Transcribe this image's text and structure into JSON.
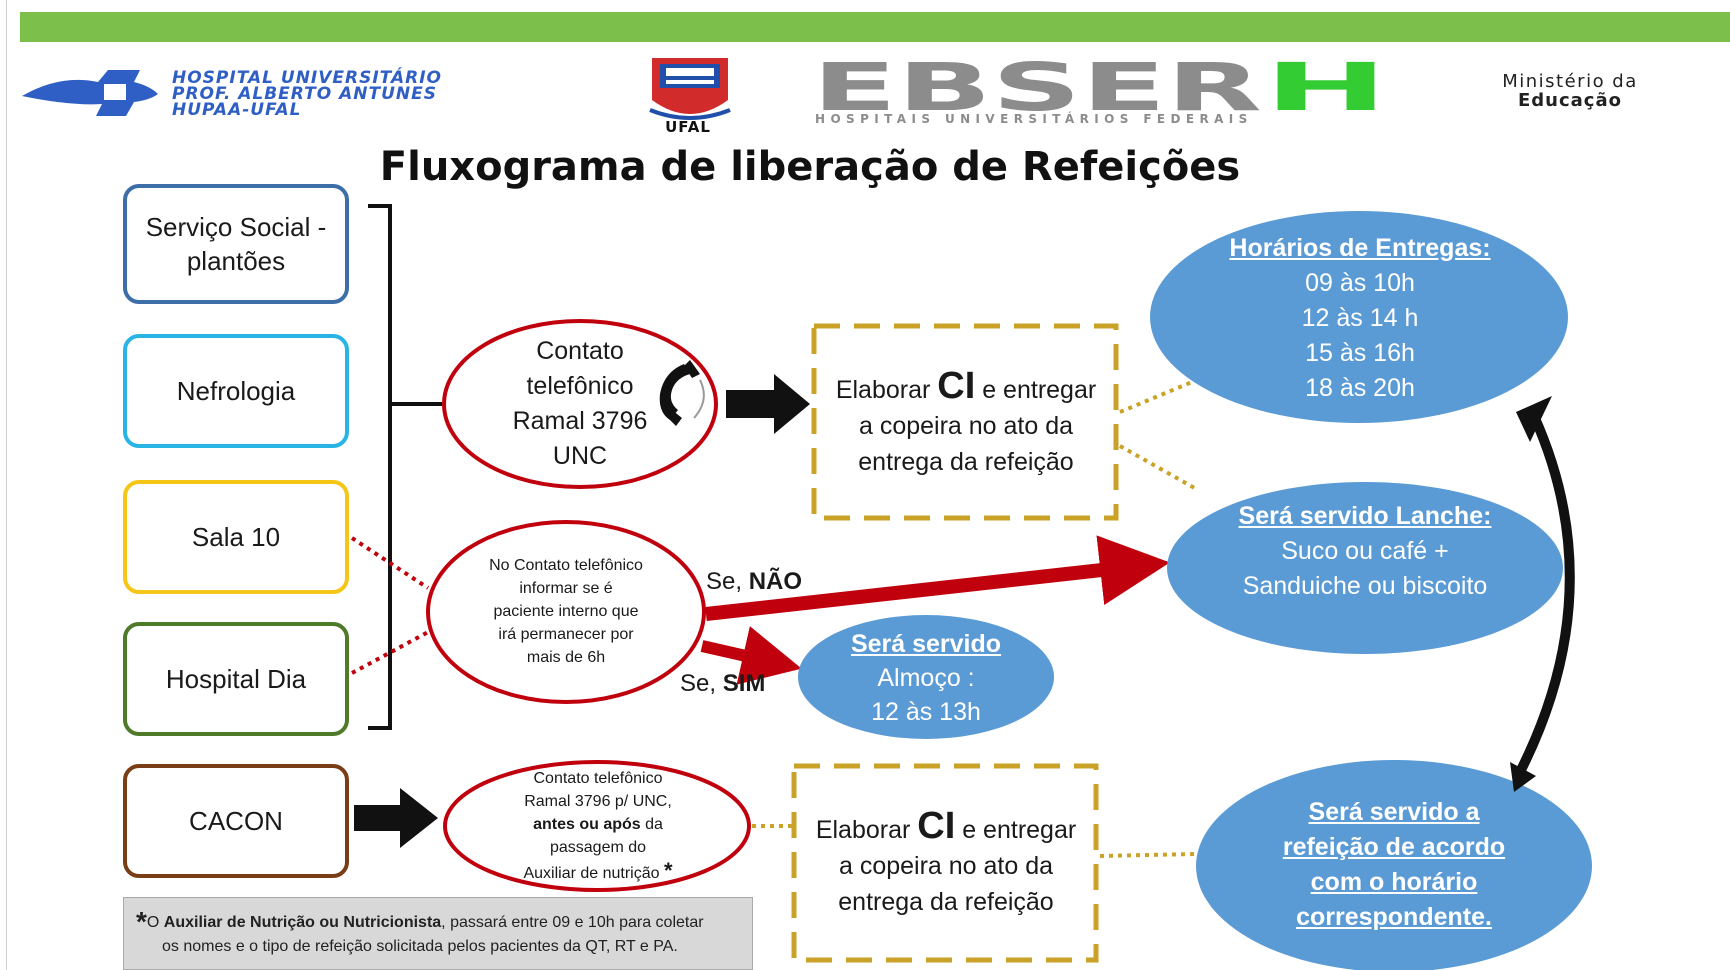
{
  "header": {
    "hospital_line1": "HOSPITAL UNIVERSITÁRIO",
    "hospital_line2": "PROF. ALBERTO ANTUNES",
    "hospital_line3": "HUPAA-UFAL",
    "ufal_label": "UFAL",
    "ebserh_logo_text": "EBSERH",
    "ebserh_subtitle": "HOSPITAIS UNIVERSITÁRIOS FEDERAIS",
    "ministry_line1": "Ministério da",
    "ministry_line2": "Educação"
  },
  "title": "Fluxograma de liberação de Refeições",
  "sources": {
    "servico_social": "Serviço Social - plantões",
    "nefrologia": "Nefrologia",
    "sala10": "Sala 10",
    "hospital_dia": "Hospital Dia",
    "cacon": "CACON"
  },
  "contact1": {
    "line1": "Contato",
    "line2": "telefônico",
    "line3": "Ramal 3796",
    "line4": "UNC"
  },
  "contact2": {
    "line1": "No Contato telefônico",
    "line2": "informar se é",
    "line3": "paciente interno que",
    "line4": "irá permanecer por",
    "line5": "mais de 6h"
  },
  "contact3": {
    "line1": "Contato telefônico",
    "line2": "Ramal 3796 p/ UNC,",
    "line3_bold": "antes ou após",
    "line3_rest": " da",
    "line4": "passagem do",
    "line5": "Auxiliar de nutrição",
    "star": "*"
  },
  "ci_box": {
    "prefix": "Elaborar ",
    "ci": "CI",
    "suffix": " e entregar",
    "line2": "a copeira no ato da",
    "line3": "entrega da refeição"
  },
  "branches": {
    "no_prefix": "Se, ",
    "no": "NÃO",
    "yes_prefix": "Se, ",
    "yes": "SIM"
  },
  "horarios": {
    "title": "Horários de Entregas:",
    "slots": [
      "09 às 10h",
      "12 às 14 h",
      "15 às 16h",
      "18 às 20h"
    ]
  },
  "lanche": {
    "title": "Será servido Lanche:",
    "line1": "Suco ou café +",
    "line2": "Sanduiche ou biscoito"
  },
  "almoco": {
    "title": "Será servido",
    "line1": "Almoço :",
    "line2": "12 às 13h"
  },
  "refeicao": {
    "line1": "Será servido a",
    "line2": "refeição de acordo",
    "line3": "com o horário",
    "line4": "correspondente."
  },
  "footnote": {
    "star": "*",
    "pre": "O ",
    "bold": "Auxiliar de Nutrição ou Nutricionista",
    "rest": ", passará entre 09 e 10h para coletar",
    "line2": "os nomes e o tipo de refeição solicitada pelos pacientes da QT, RT e PA."
  },
  "colors": {
    "topbar": "#7cc04b",
    "hospital_blue": "#2f5fc4",
    "oval_blue": "#5b9bd5",
    "red": "#c0000c",
    "gold": "#c9a227",
    "ebserh_gray": "#8c8c8c",
    "ebserh_green": "#33cc33"
  },
  "icons": [
    "hospital-cross-logo",
    "ufal-crest",
    "phone-icon"
  ]
}
